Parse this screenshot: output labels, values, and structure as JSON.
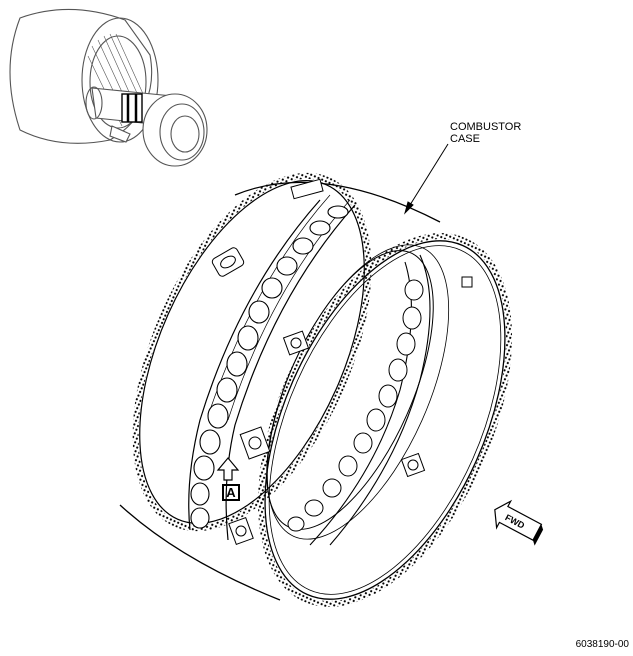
{
  "labels": {
    "callout_line1": "COMBUSTOR",
    "callout_line2": "CASE",
    "view_letter": "A",
    "direction": "FWD",
    "figure_number": "6038190-00"
  },
  "icons": [
    "view-arrow-icon",
    "fwd-arrow-icon",
    "boss-icon"
  ],
  "colors": {
    "ink": "#000000",
    "background": "#ffffff",
    "thumbnail_ink": "#555555"
  }
}
